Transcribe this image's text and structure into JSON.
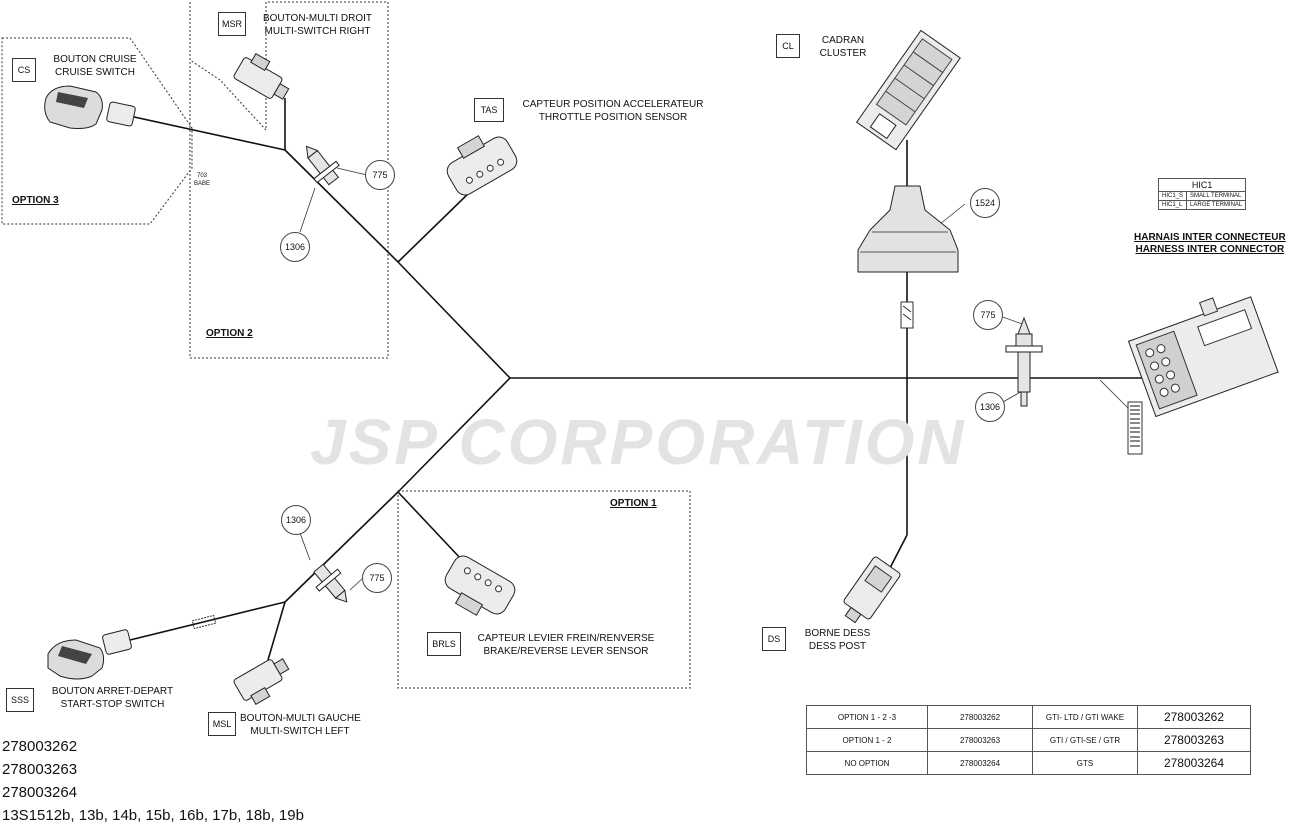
{
  "watermark": "JSP CORPORATION",
  "components": {
    "cs": {
      "code": "CS",
      "line1": "BOUTON CRUISE",
      "line2": "CRUISE SWITCH"
    },
    "msr": {
      "code": "MSR",
      "line1": "BOUTON-MULTI DROIT",
      "line2": "MULTI-SWITCH RIGHT"
    },
    "tas": {
      "code": "TAS",
      "line1": "CAPTEUR POSITION ACCELERATEUR",
      "line2": "THROTTLE POSITION SENSOR"
    },
    "cl": {
      "code": "CL",
      "line1": "CADRAN",
      "line2": "CLUSTER"
    },
    "brls": {
      "code": "BRLS",
      "line1": "CAPTEUR LEVIER FREIN/RENVERSE",
      "line2": "BRAKE/REVERSE LEVER SENSOR"
    },
    "ds": {
      "code": "DS",
      "line1": "BORNE DESS",
      "line2": "DESS POST"
    },
    "sss": {
      "code": "SSS",
      "line1": "BOUTON ARRET-DEPART",
      "line2": "START-STOP SWITCH"
    },
    "msl": {
      "code": "MSL",
      "line1": "BOUTON-MULTI GAUCHE",
      "line2": "MULTI-SWITCH LEFT"
    }
  },
  "options": {
    "option1": "OPTION 1",
    "option2": "OPTION 2",
    "option3": "OPTION 3"
  },
  "bubbles": {
    "b775_top": "775",
    "b1306_top": "1306",
    "b1524": "1524",
    "b775_right": "775",
    "b1306_right": "1306",
    "b1306_bottom": "1306",
    "b775_bottom": "775"
  },
  "small_note": {
    "line1": "703",
    "line2": "BABE"
  },
  "hic": {
    "title": "HIC1",
    "rows": [
      {
        "code": "HIC1_S",
        "desc": "SMALL TERMINAL"
      },
      {
        "code": "HIC1_L",
        "desc": "LARGE TERMINAL"
      }
    ],
    "label_line1": "HARNAIS INTER CONNECTEUR",
    "label_line2": "HARNESS INTER CONNECTOR"
  },
  "option_table": [
    {
      "option": "OPTION 1 - 2 -3",
      "part": "278003262",
      "models": "GTI- LTD  /  GTI WAKE",
      "number": "278003262"
    },
    {
      "option": "OPTION 1 - 2",
      "part": "278003263",
      "models": "GTI  /  GTI-SE  /  GTR",
      "number": "278003263"
    },
    {
      "option": "NO OPTION",
      "part": "278003264",
      "models": "GTS",
      "number": "278003264"
    }
  ],
  "part_numbers": [
    "278003262",
    "278003263",
    "278003264",
    "13S1512b, 13b, 14b, 15b, 16b, 17b, 18b, 19b"
  ],
  "colors": {
    "line": "#111111",
    "connector_fill": "#d9d9d9",
    "watermark": "#e3e3e3"
  }
}
